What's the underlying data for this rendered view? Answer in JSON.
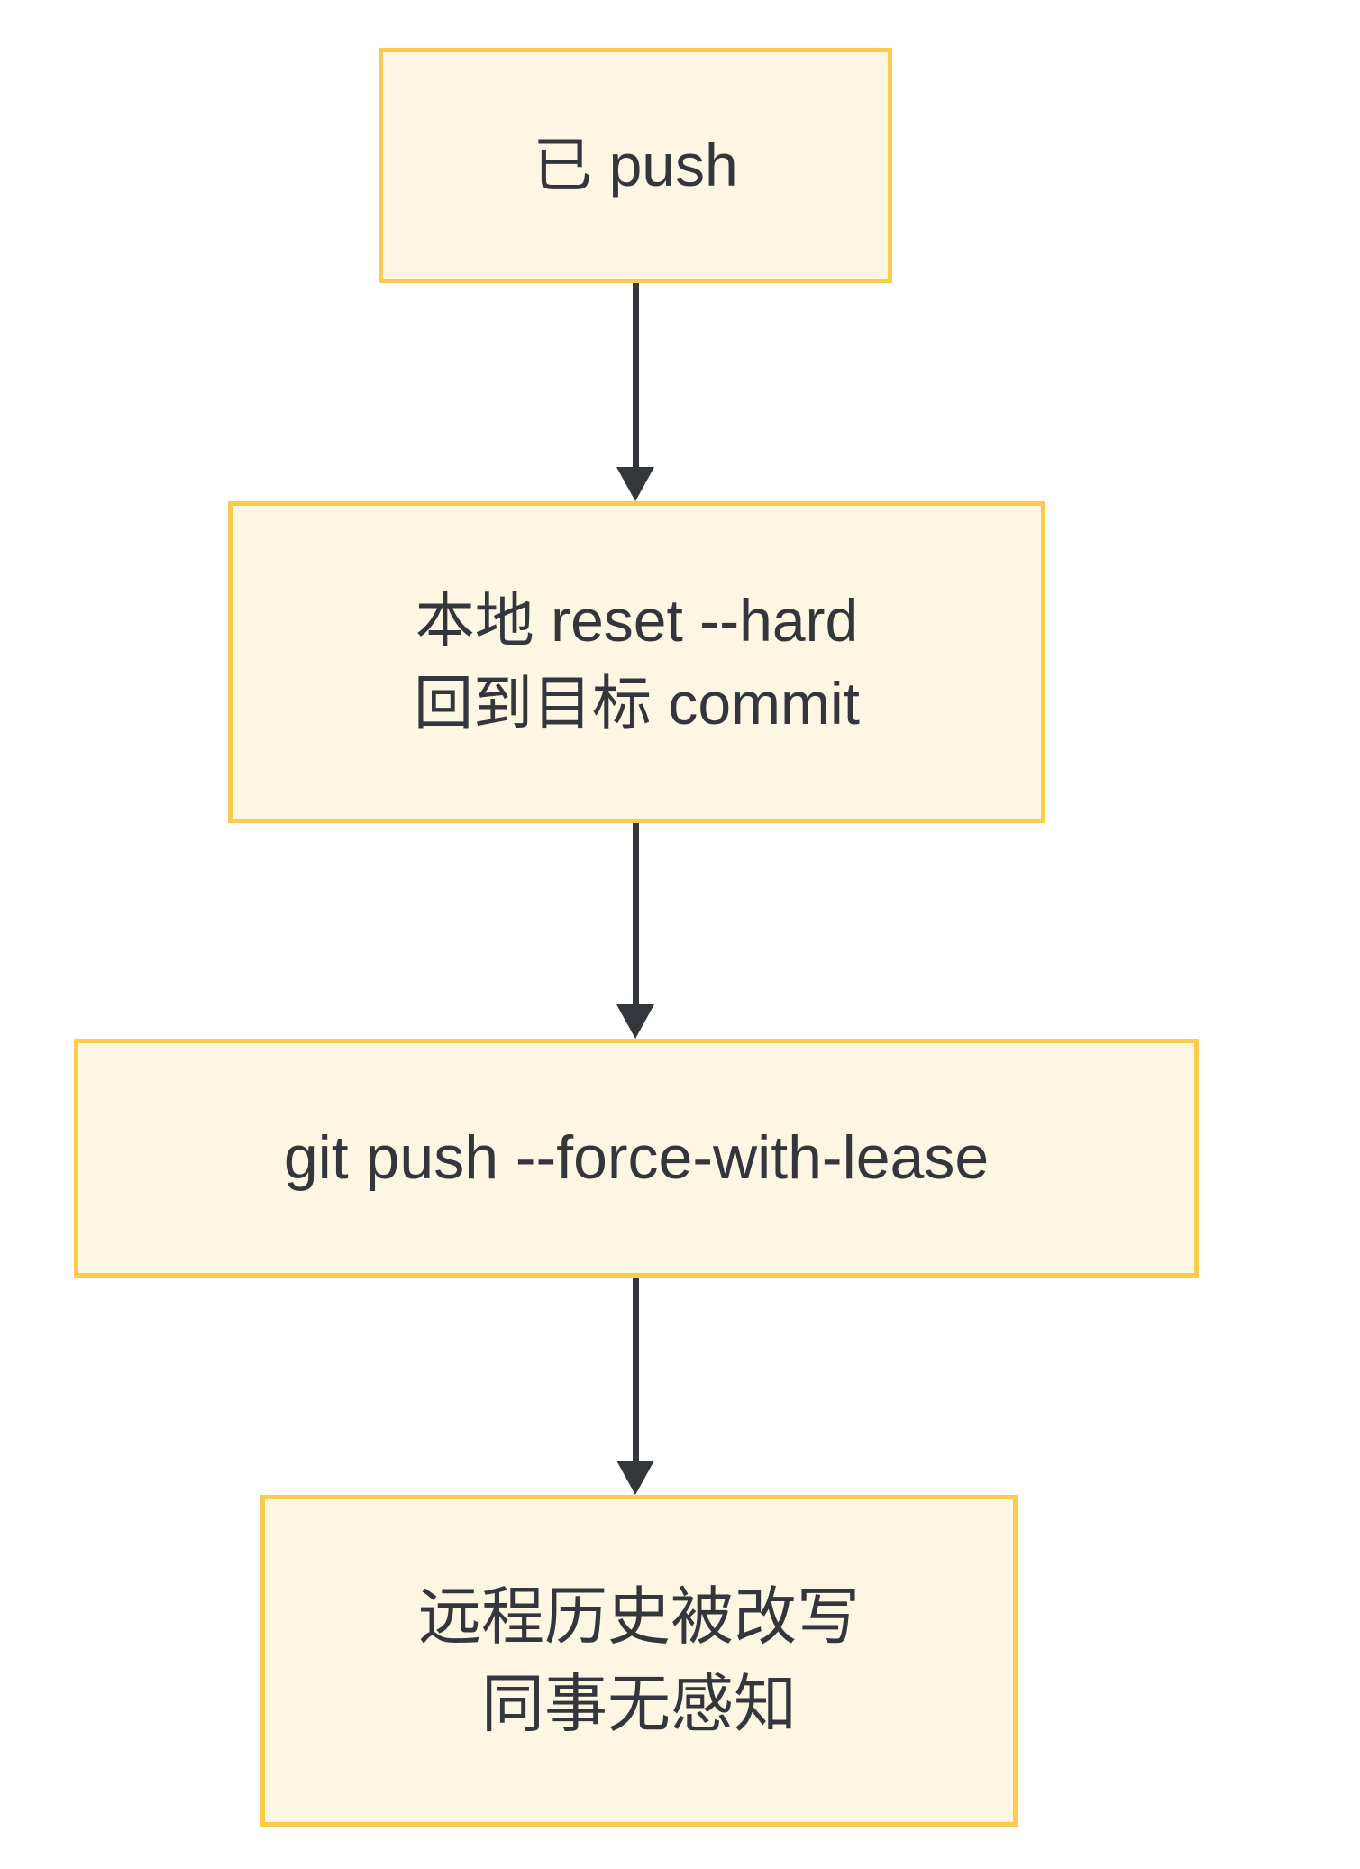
{
  "diagram": {
    "type": "flowchart",
    "direction": "top-down",
    "colors": {
      "node_fill": "#fdf6e3",
      "node_border": "#fbcb4d",
      "arrow": "#33373b",
      "text": "#33373b",
      "background": "#ffffff"
    },
    "nodes": [
      {
        "id": "pushed",
        "lines": [
          "已 push"
        ]
      },
      {
        "id": "reset",
        "lines": [
          "本地 reset --hard",
          "回到目标 commit"
        ]
      },
      {
        "id": "force",
        "lines": [
          "git push --force-with-lease"
        ]
      },
      {
        "id": "result",
        "lines": [
          "远程历史被改写",
          "同事无感知"
        ]
      }
    ],
    "edges": [
      {
        "from": "pushed",
        "to": "reset"
      },
      {
        "from": "reset",
        "to": "force"
      },
      {
        "from": "force",
        "to": "result"
      }
    ]
  }
}
